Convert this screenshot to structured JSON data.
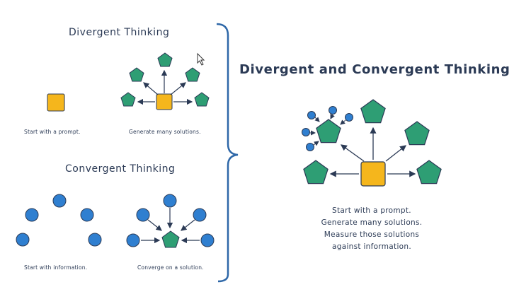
{
  "divergent": {
    "title": "Divergent Thinking",
    "caption_left": "Start with a prompt.",
    "caption_right": "Generate many solutions."
  },
  "convergent": {
    "title": "Convergent Thinking",
    "caption_left": "Start with information.",
    "caption_right": "Converge on a solution."
  },
  "combined": {
    "title": "Divergent and Convergent Thinking",
    "lines": [
      "Start with a prompt.",
      "Generate many solutions.",
      "Measure those solutions",
      "against information."
    ]
  },
  "colors": {
    "prompt_square": "#f5b61c",
    "solution_pentagon": "#2e9e74",
    "information_dot": "#2f7fd0",
    "ink": "#2b3a55"
  }
}
